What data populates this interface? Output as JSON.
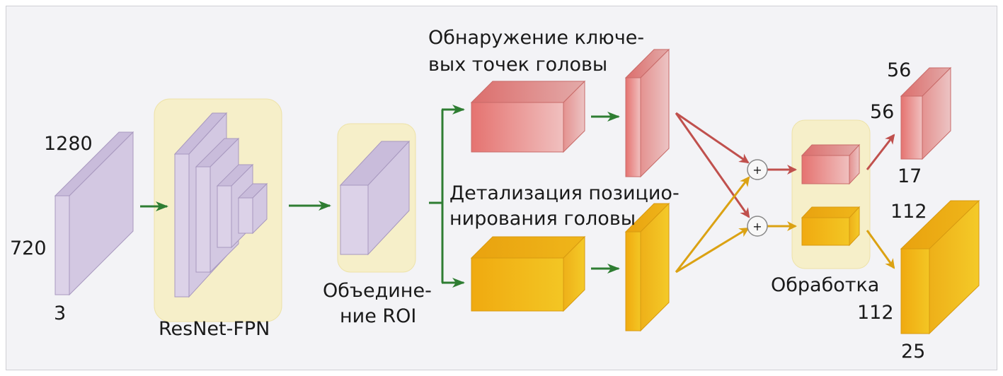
{
  "input": {
    "width": "1280",
    "height": "720",
    "channels": "3"
  },
  "labels": {
    "backbone": "ResNet-FPN",
    "roi_line1": "Объедине-",
    "roi_line2": "ние ROI",
    "keypoint_line1": "Обнаружение ключе-",
    "keypoint_line2": "вых точек головы",
    "refine_line1": "Детализация позицио-",
    "refine_line2": "нирования головы",
    "processing": "Обработка"
  },
  "outputs": {
    "keypoints": {
      "width": "56",
      "height": "56",
      "channels": "17"
    },
    "refine": {
      "width": "112",
      "height": "112",
      "channels": "25"
    }
  },
  "colors": {
    "input": "#d9d0e6",
    "panel": "#f6efc9",
    "red": "#e87a78",
    "yellow": "#f0b51c",
    "green_arrow": "#2e7d32",
    "red_arrow": "#c0504d",
    "yellow_arrow": "#dba213"
  }
}
